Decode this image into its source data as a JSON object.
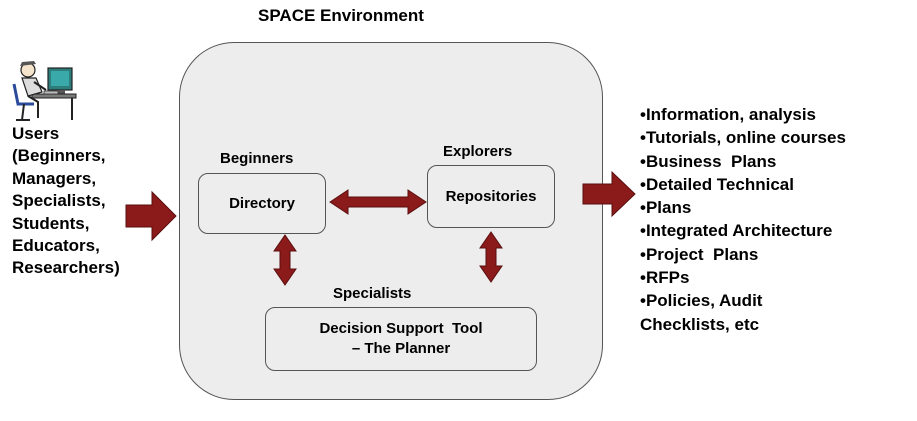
{
  "title": "SPACE Environment",
  "users_lines": [
    "Users",
    "(Beginners,",
    "Managers,",
    "Specialists,",
    "Students,",
    "Educators,",
    "Researchers)"
  ],
  "labels": {
    "beginners": "Beginners",
    "explorers": "Explorers",
    "specialists": "Specialists"
  },
  "boxes": {
    "directory": "Directory",
    "repositories": "Repositories",
    "planner_line1": "Decision Support  Tool",
    "planner_line2": "– The Planner"
  },
  "outputs": [
    "•Information, analysis",
    "•Tutorials, online courses",
    "•Business  Plans",
    "•Detailed Technical",
    "•Plans",
    "•Integrated Architecture",
    "•Project  Plans",
    "•RFPs",
    "•Policies, Audit",
    "Checklists, etc"
  ],
  "icons": {
    "user": "person-at-computer-icon"
  },
  "colors": {
    "arrow_fill": "#8b1a1a",
    "arrow_stroke": "#5a0f0f",
    "box_fill": "#ededed"
  }
}
